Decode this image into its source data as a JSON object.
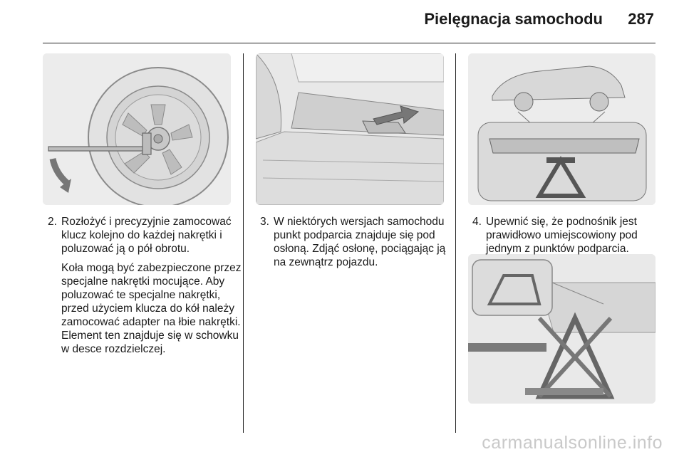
{
  "header": {
    "title": "Pielęgnacja samochodu",
    "page_number": "287"
  },
  "steps": [
    {
      "number": "2.",
      "text": "Rozłożyć i precyzyjnie zamocować klucz kolejno do każdej nakrętki i poluzować ją o pół obrotu.",
      "note": "Koła mogą być zabezpieczone przez specjalne nakrętki mocujące. Aby poluzować te specjalne nakrętki, przed użyciem klucza do kół należy zamocować adapter na łbie nakrętki. Element ten znajduje się w schowku w desce rozdzielczej."
    },
    {
      "number": "3.",
      "text": "W niektórych wersjach samochodu punkt podparcia znajduje się pod osłoną. Zdjąć osłonę, pociągając ją na zewnątrz pojazdu."
    },
    {
      "number": "4.",
      "text": "Upewnić się, że podnośnik jest prawidłowo umiejscowiony pod jednym z punktów podparcia."
    }
  ],
  "watermark": "carmanualsonline.info"
}
